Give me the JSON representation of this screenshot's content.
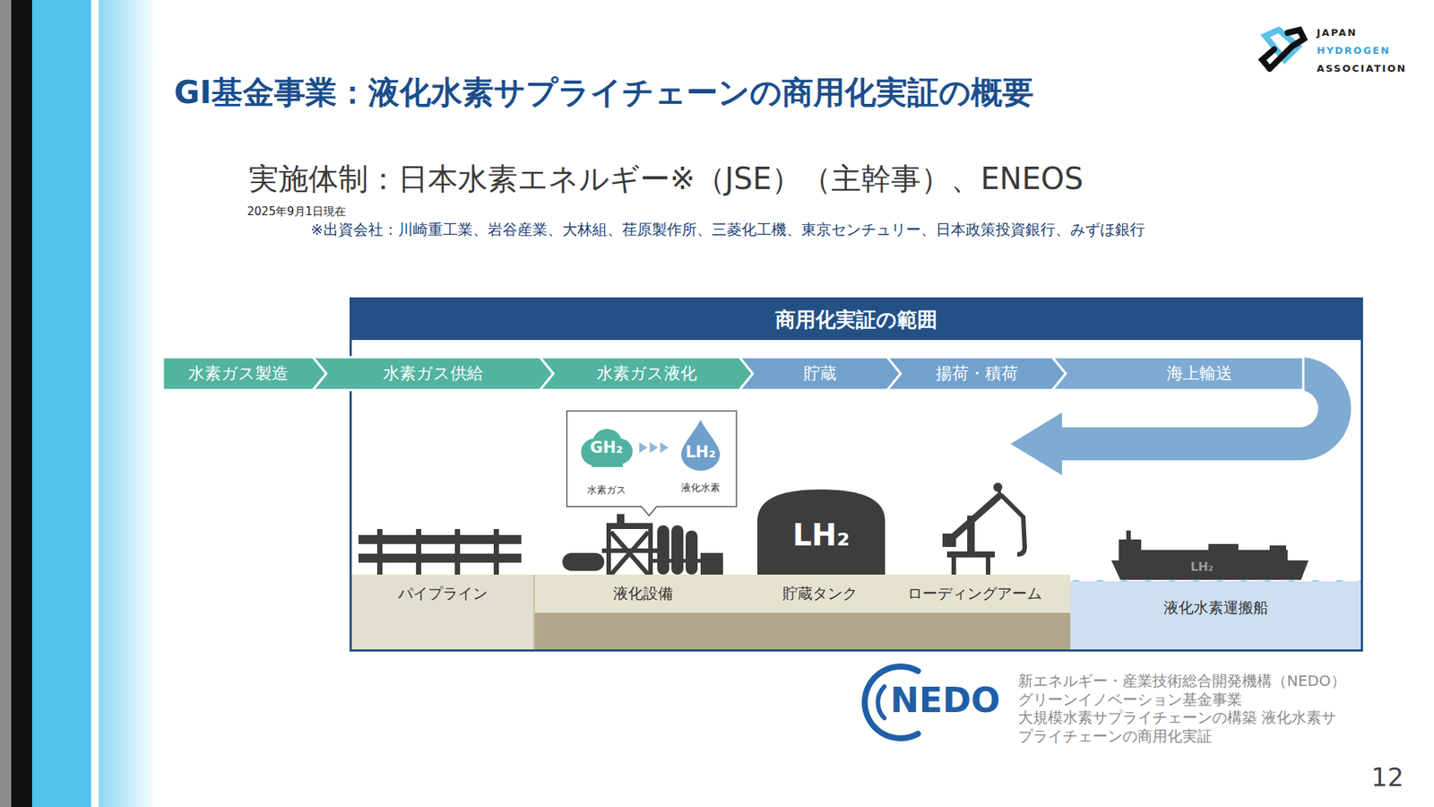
{
  "diagram": {
    "title": "GI基金事業：液化水素サプライチェーンの商用化実証の概要",
    "nodes": [
      {
        "text": [
          "商用化実証の範囲"
        ]
      },
      {
        "text": [
          "水素ガス製造"
        ]
      },
      {
        "text": [
          "水素ガス供給"
        ]
      },
      {
        "text": [
          "水素ガス液化"
        ]
      },
      {
        "text": [
          "貯蔵"
        ]
      },
      {
        "text": [
          "揚荷・積荷"
        ]
      },
      {
        "text": [
          "海上輸送"
        ]
      },
      {
        "text": [
          "GH₂",
          "水素ガス"
        ],
        "in": 0
      },
      {
        "text": [
          "LH₂",
          "液化水素"
        ],
        "in": 0
      },
      {
        "text": [
          "LH₂"
        ],
        "in": 0
      },
      {
        "text": [
          "パイプライン"
        ],
        "in": 0
      },
      {
        "text": [
          "液化設備",
          "貯蔵タンク",
          "ローディングアーム"
        ],
        "in": 0
      },
      {
        "text": [
          "液化水素運搬船"
        ],
        "in": 0
      }
    ],
    "labels": [
      "実施体制：日本水素エネルギー※（JSE）（主幹事）、ENEOS",
      "2025年9月1日現在",
      "※出資会社：川崎重工業、岩谷産業、大林組、荏原製作所、三菱化工機、東京センチュリー、日本政策投資銀行、みずほ銀行",
      "LH₂",
      "JAPAN",
      "HYDROGEN",
      "ASSOCIATION",
      "NEDO",
      "新エネルギー・産業技術総合開発機構（NEDO）",
      "グリーンイノベーション基金事業",
      "大規模水素サプライチェーンの構築 液化水素サプライチェーンの商用化実証",
      "12"
    ]
  }
}
